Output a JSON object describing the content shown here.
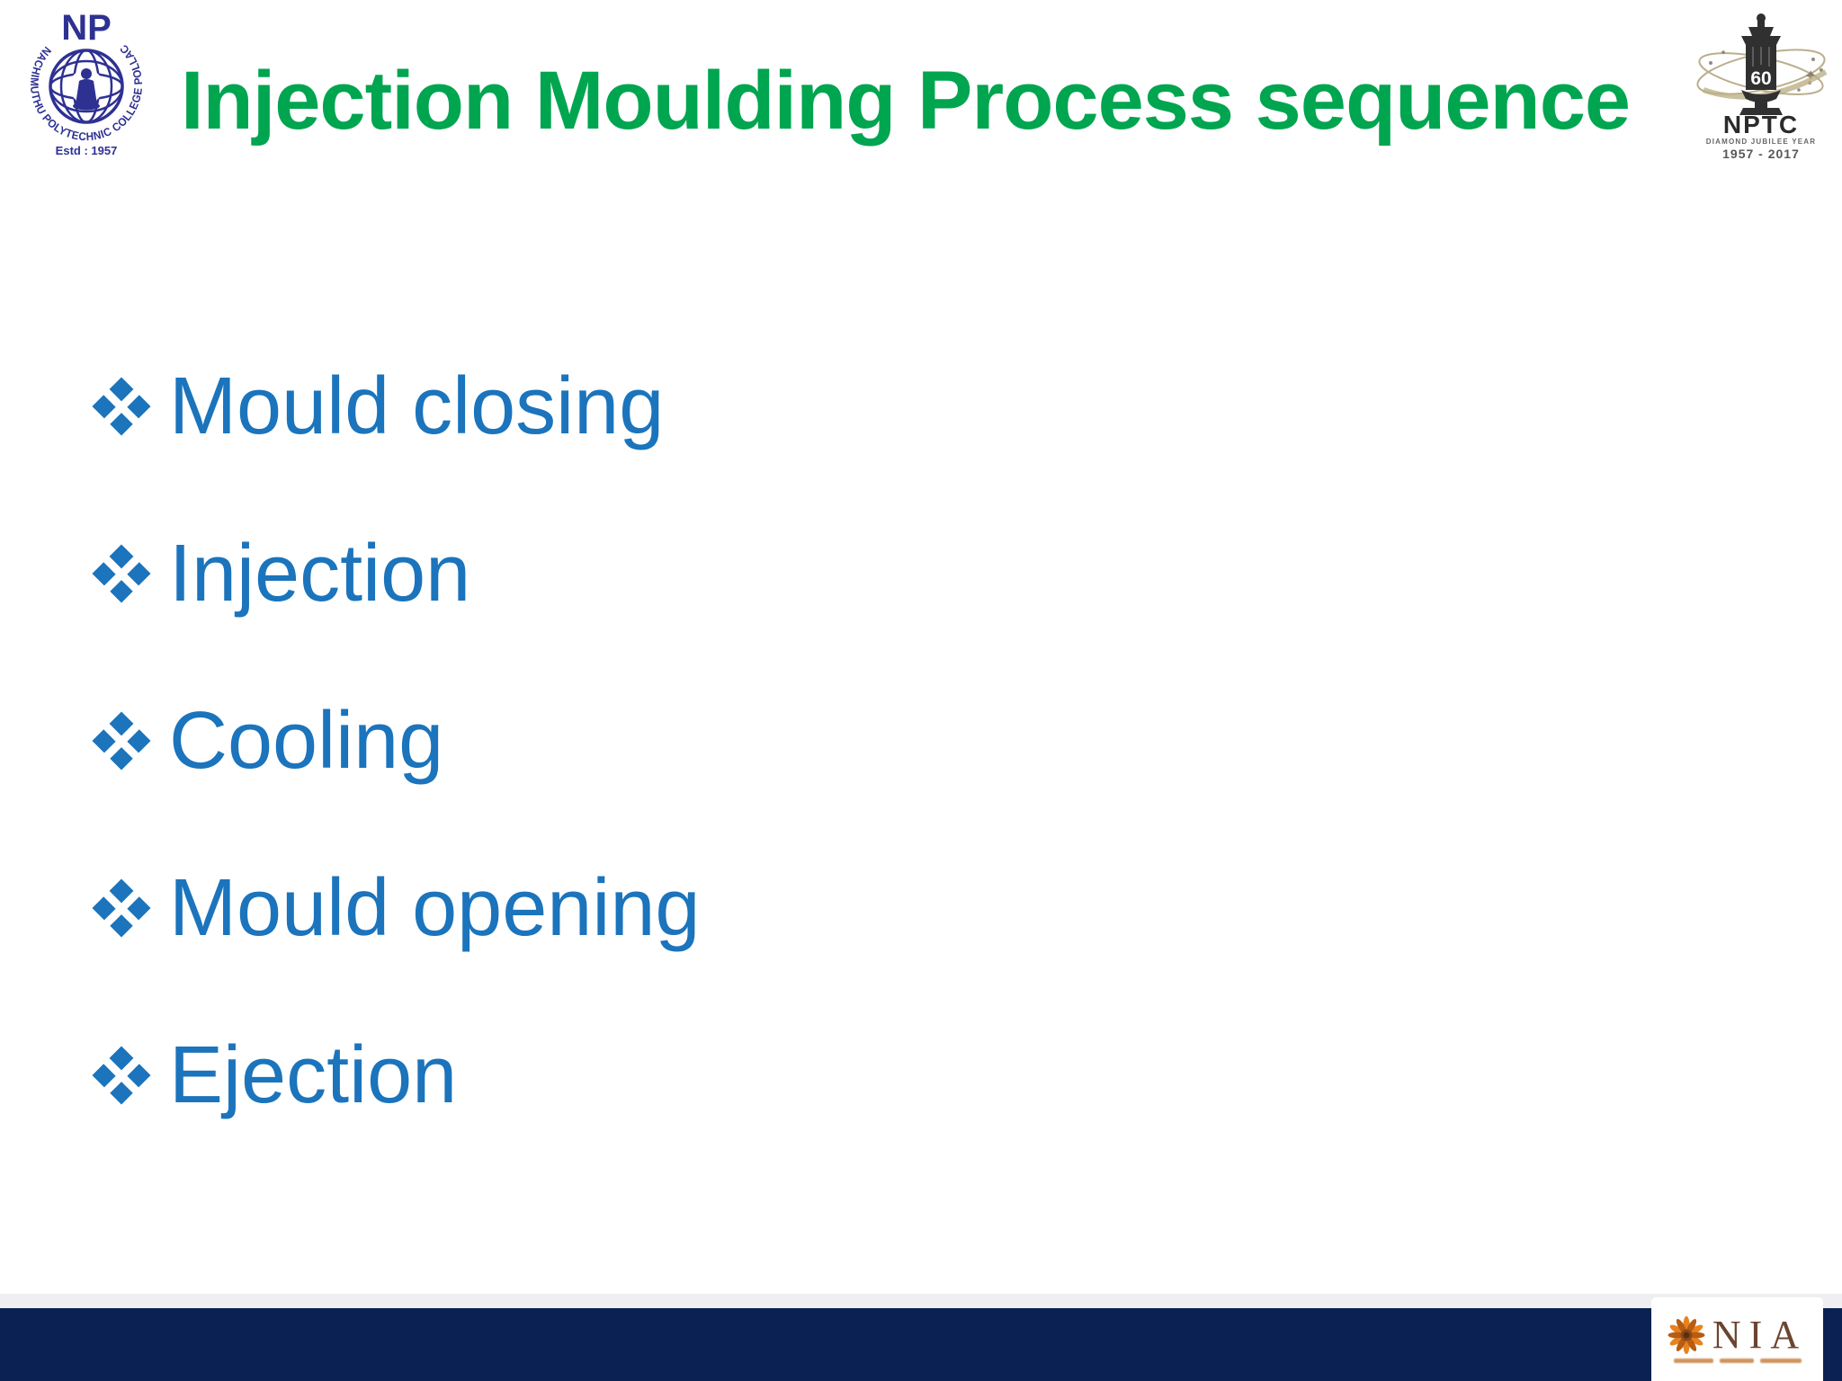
{
  "slide": {
    "title": "Injection Moulding Process sequence"
  },
  "header": {
    "np_logo": {
      "monogram": "NP",
      "ring_text": "NACHIMUTHU POLYTECHNIC COLLEGE POLLACHI",
      "estd": "Estd : 1957"
    },
    "nptc_logo": {
      "number": "60",
      "acronym": "NPTC",
      "subtitle": "DIAMOND JUBILEE YEAR",
      "years": "1957 - 2017"
    }
  },
  "bullets": {
    "glyph": "❖",
    "items": [
      {
        "label": "Mould closing"
      },
      {
        "label": "Injection"
      },
      {
        "label": "Cooling"
      },
      {
        "label": "Mould opening"
      },
      {
        "label": "Ejection"
      }
    ]
  },
  "footer": {
    "nia": {
      "name": "NIA"
    }
  },
  "colors": {
    "title_green": "#00A550",
    "bullet_blue": "#1B74BC",
    "footer_navy": "#0B2053",
    "footer_strip_gray": "#EFEFF2",
    "np_logo_navy": "#2E3192",
    "nia_brown": "#6B4430",
    "nia_orange": "#E8821E"
  }
}
